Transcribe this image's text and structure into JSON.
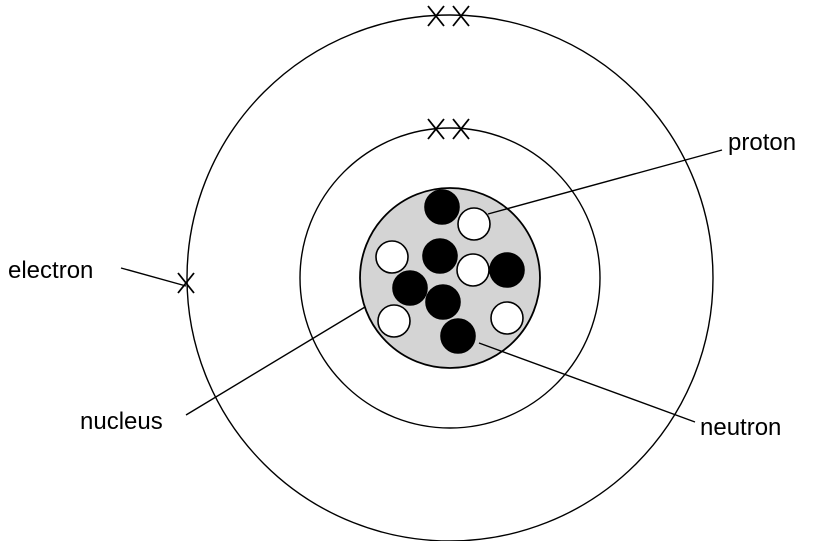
{
  "labels": {
    "electron": "electron",
    "nucleus": "nucleus",
    "proton": "proton",
    "neutron": "neutron"
  },
  "colors": {
    "line": "#000000",
    "nucleus_fill": "#d4d4d4",
    "proton_fill": "#ffffff",
    "neutron_fill": "#000000"
  },
  "particles": {
    "protons": 5,
    "neutrons": 6
  },
  "electrons": {
    "inner_shell": 2,
    "outer_shell": 3
  }
}
